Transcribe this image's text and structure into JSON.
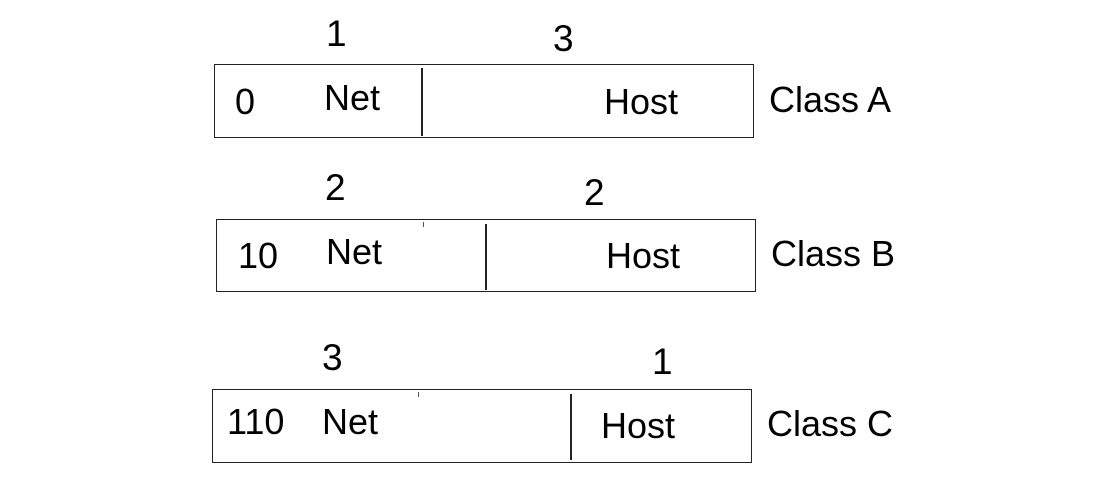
{
  "rows": [
    {
      "net_count": "1",
      "host_count": "3",
      "prefix": "0",
      "net_label": "Net",
      "host_label": "Host",
      "class_label": "Class A"
    },
    {
      "net_count": "2",
      "host_count": "2",
      "prefix": "10",
      "net_label": "Net",
      "host_label": "Host",
      "class_label": "Class B"
    },
    {
      "net_count": "3",
      "host_count": "1",
      "prefix": "110",
      "net_label": "Net",
      "host_label": "Host",
      "class_label": "Class C"
    }
  ]
}
